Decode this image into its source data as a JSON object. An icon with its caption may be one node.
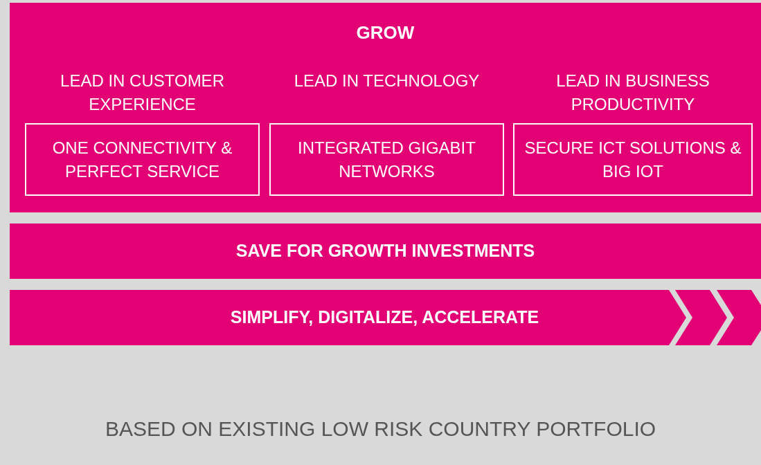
{
  "diagram": {
    "nodes": [
      {
        "text": [
          "GROW"
        ]
      },
      {
        "text": [
          "LEAD IN CUSTOMER EXPERIENCE",
          "ONE CONNECTIVITY & PERFECT SERVICE"
        ],
        "in": 0
      },
      {
        "text": [
          "LEAD IN TECHNOLOGY",
          "INTEGRATED GIGABIT NETWORKS"
        ],
        "in": 0
      },
      {
        "text": [
          "LEAD IN BUSINESS PRODUCTIVITY",
          "SECURE ICT SOLUTIONS & BIG IOT"
        ],
        "in": 0
      },
      {
        "text": [
          "SAVE FOR GROWTH INVESTMENTS"
        ]
      },
      {
        "text": [
          "SIMPLIFY, DIGITALIZE, ACCELERATE"
        ]
      }
    ],
    "labels": [
      "BASED ON EXISTING LOW RISK COUNTRY PORTFOLIO"
    ]
  }
}
